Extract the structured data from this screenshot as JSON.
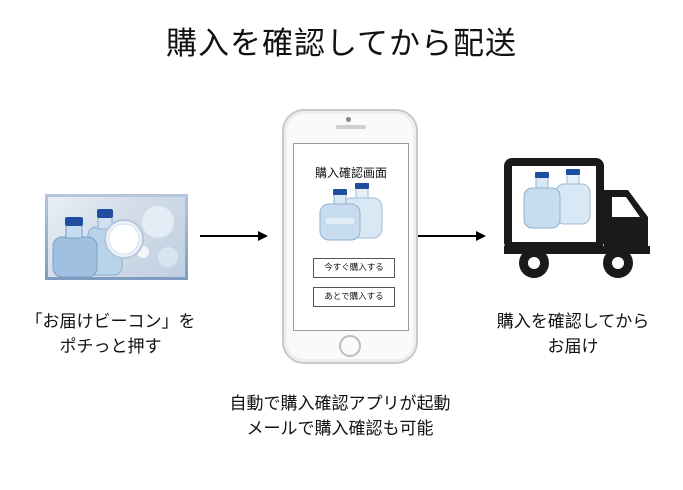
{
  "title": "購入を確認してから配送",
  "step1": {
    "caption_line1": "「お届けビーコン」を",
    "caption_line2": "ポチっと押す"
  },
  "step2": {
    "screen_title": "購入確認画面",
    "buy_now_label": "今すぐ購入する",
    "buy_later_label": "あとで購入する",
    "caption_line1": "自動で購入確認アプリが起動",
    "caption_line2": "メールで購入確認も可能"
  },
  "step3": {
    "caption_line1": "購入を確認してから",
    "caption_line2": "お届け"
  },
  "colors": {
    "arrow": "#000000",
    "truck": "#1a1a1a",
    "cap_blue": "#1d4f9e"
  }
}
